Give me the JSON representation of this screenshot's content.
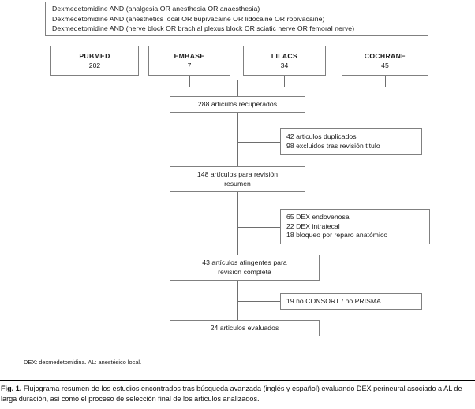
{
  "figure": {
    "query_box": {
      "lines": [
        "Dexmedetomidine AND (analgesia OR anesthesia OR anaesthesia)",
        "Dexmedetomidine AND (anesthetics local OR bupivacaine OR lidocaine OR ropivacaine)",
        "Dexmedetomidine AND (nerve block OR brachial plexus block OR sciatic nerve OR femoral nerve)"
      ]
    },
    "databases": [
      {
        "name": "PUBMED",
        "count": "202"
      },
      {
        "name": "EMBASE",
        "count": "7"
      },
      {
        "name": "LILACS",
        "count": "34"
      },
      {
        "name": "COCHRANE",
        "count": "45"
      }
    ],
    "flow": {
      "retrieved": "288 articulos recuperados",
      "abstract_line1": "148 artículos para revisión",
      "abstract_line2": "resumen",
      "fulltext_line1": "43 artículos atingentes para",
      "fulltext_line2": "revisión completa",
      "evaluated": "24 articulos evaluados"
    },
    "exclusions": {
      "first": [
        "42 articulos duplicados",
        "98 excluidos tras revisión titulo"
      ],
      "second": [
        "65 DEX endovenosa",
        "22 DEX intratecal",
        "18 bloqueo por reparo anatómico"
      ],
      "third": [
        "19 no CONSORT / no PRISMA"
      ]
    },
    "legend_note": "DEX: dexmedetomidina. AL: anestésico local.",
    "caption": {
      "label": "Fig. 1.",
      "text": "Flujograma resumen de los estudios encontrados tras búsqueda avanzada (inglés y español) evaluando DEX perineural asociado a AL de larga duración, asi como el proceso de selección final de los articulos analizados."
    },
    "colors": {
      "box_border": "#808080",
      "connector": "#6e6e6e",
      "text": "#1a1a1a",
      "background": "#ffffff"
    }
  }
}
